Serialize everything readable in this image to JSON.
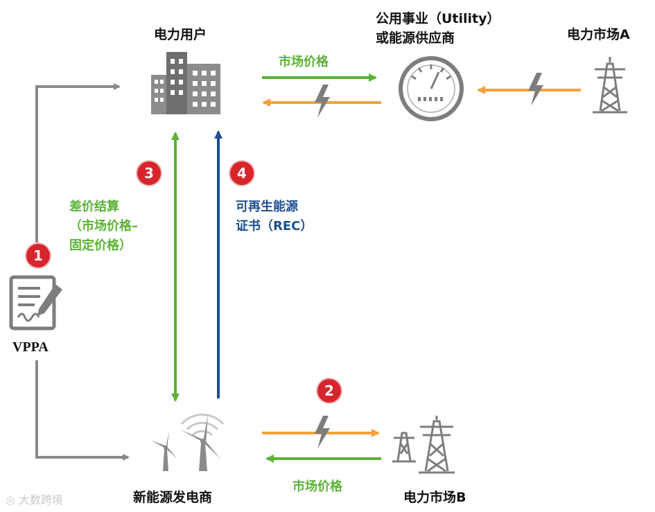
{
  "nodes": {
    "consumer": "电力用户",
    "utility_line1": "公用事业（Utility）",
    "utility_line2": "或能源供应商",
    "market_a": "电力市场A",
    "vppa": "VPPA",
    "generator": "新能源发电商",
    "market_b": "电力市场B"
  },
  "edges": {
    "top_market_price": "市场价格",
    "bottom_market_price": "市场价格",
    "diff_settlement": [
      "差价结算",
      "（市场价格–",
      "固定价格）"
    ],
    "rec": [
      "可再生能源",
      "证书（REC）"
    ]
  },
  "badges": [
    "1",
    "2",
    "3",
    "4"
  ],
  "watermark": "大数跨境",
  "colors": {
    "green": "#5bb236",
    "orange": "#f5a13a",
    "blue": "#1d4f91",
    "gray": "#8a8a8a",
    "red": "#d6262c"
  }
}
